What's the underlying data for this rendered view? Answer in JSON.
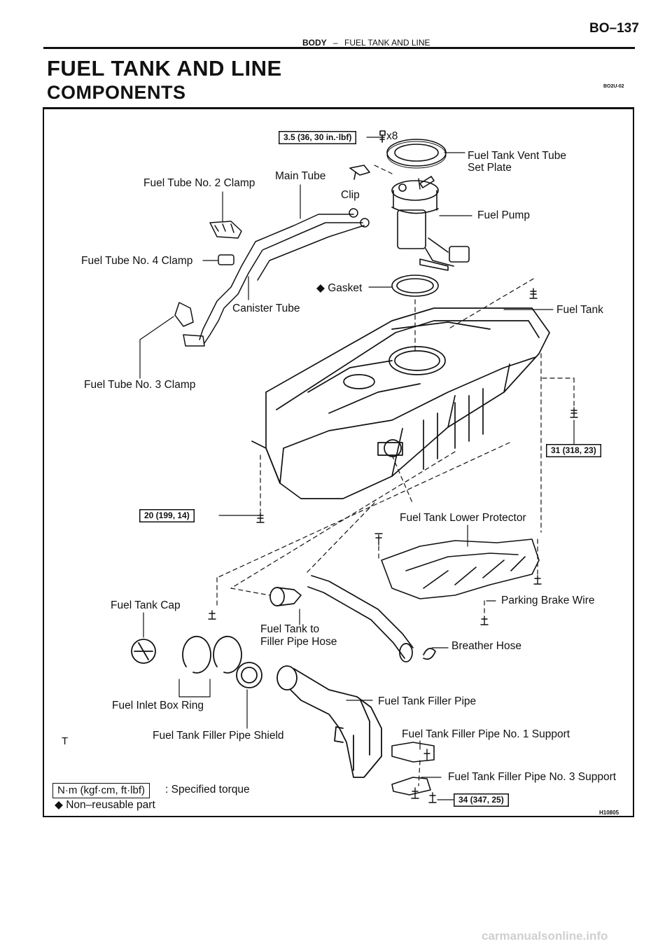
{
  "header": {
    "page_number": "BO–137",
    "section": "BODY",
    "separator": "–",
    "subsection": "FUEL TANK AND LINE"
  },
  "title": "FUEL TANK AND LINE",
  "subtitle": "COMPONENTS",
  "doc_code": "BO2U-02",
  "figure_code": "H10805",
  "torques": {
    "pump_set_plate": "3.5 (36, 30 in.·lbf)",
    "tank_right": "31 (318, 23)",
    "tank_left": "20 (199, 14)",
    "filler_support": "34 (347, 25)"
  },
  "bolt_count": "x8",
  "labels": {
    "vent_tube": "Fuel Tank Vent Tube",
    "set_plate": "Set Plate",
    "main_tube": "Main Tube",
    "clamp2": "Fuel Tube No. 2 Clamp",
    "clip": "Clip",
    "fuel_pump": "Fuel Pump",
    "clamp4": "Fuel Tube No. 4 Clamp",
    "gasket": "Gasket",
    "canister": "Canister Tube",
    "fuel_tank": "Fuel Tank",
    "clamp3": "Fuel Tube No. 3 Clamp",
    "lower_protector": "Fuel Tank Lower Protector",
    "parking_wire": "Parking Brake Wire",
    "cap": "Fuel Tank Cap",
    "to_filler_1": "Fuel Tank to",
    "to_filler_2": "Filler Pipe Hose",
    "breather": "Breather Hose",
    "filler_pipe": "Fuel Tank Filler Pipe",
    "inlet_ring": "Fuel Inlet Box Ring",
    "pipe_shield": "Fuel Tank Filler Pipe Shield",
    "support1": "Fuel Tank Filler Pipe No. 1 Support",
    "support3": "Fuel Tank Filler Pipe No. 3 Support",
    "t_marker": "T"
  },
  "legend": {
    "unit_box": "N·m (kgf·cm, ft·lbf)",
    "unit_text": ": Specified torque",
    "nonreusable_symbol": "◆",
    "nonreusable_text": "Non–reusable part"
  },
  "watermark": "carmanualsonline.info"
}
